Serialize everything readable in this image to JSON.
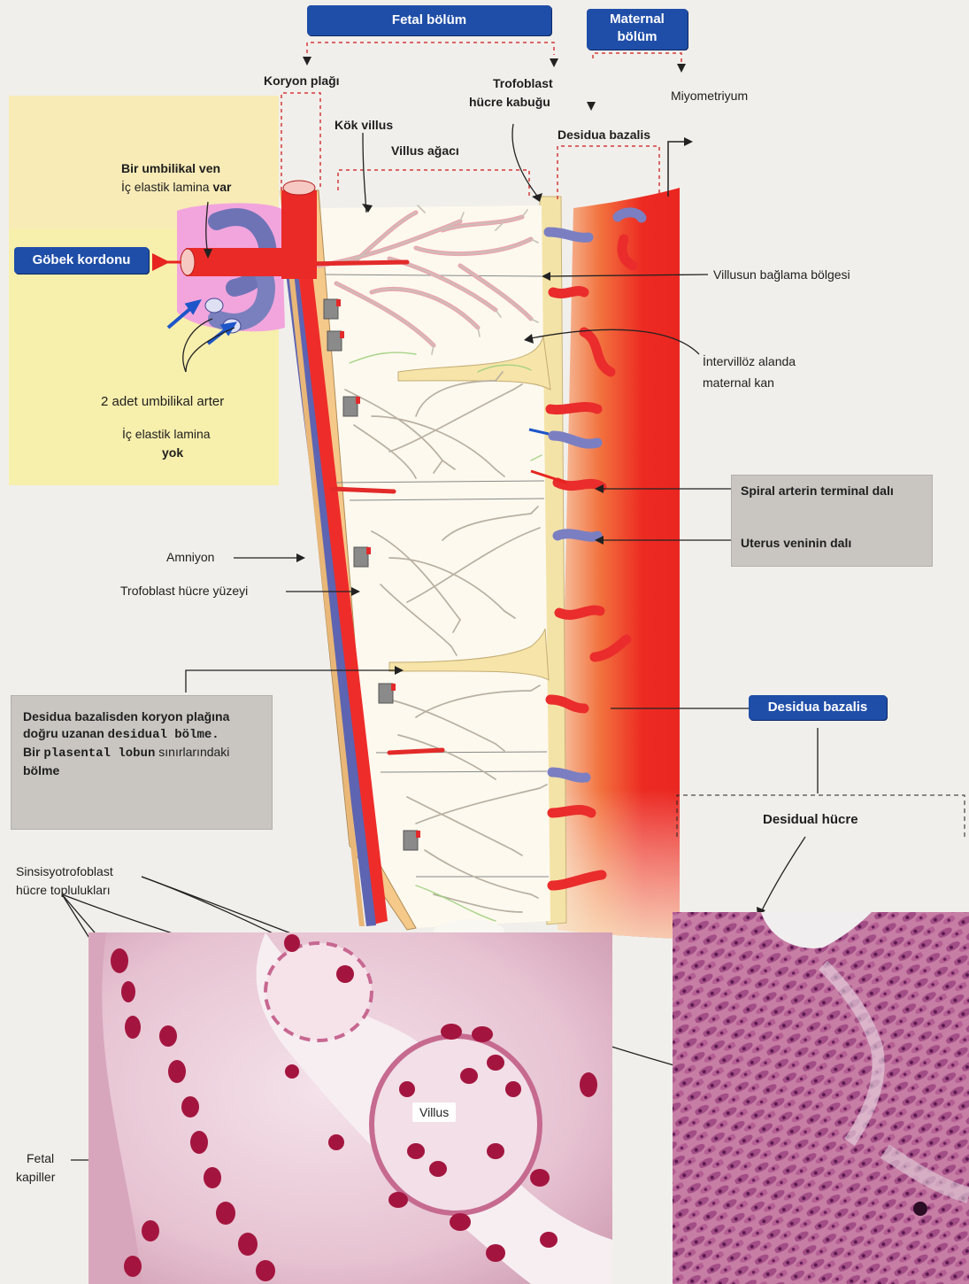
{
  "header": {
    "fetal": "Fetal bölüm",
    "maternal_line1": "Maternal",
    "maternal_line2": "bölüm"
  },
  "labels": {
    "koryon_plagi": "Koryon plağı",
    "trofoblast_line1": "Trofoblast",
    "trofoblast_line2": "hücre kabuğu",
    "miyometriyum": "Miyometriyum",
    "kok_villus": "Kök villus",
    "villus_agaci": "Villus ağacı",
    "desidua_bazalis_top": "Desidua bazalis",
    "umbilical_ven_line1": "Bir umbilikal ven",
    "umbilical_ven_line2a": "İç elastik lamina ",
    "umbilical_ven_line2b": "var",
    "villus_baglama": "Villusun bağlama bölgesi",
    "intervilloz_line1": "İntervillöz alanda",
    "intervilloz_line2": "maternal kan",
    "umbilical_arter": "2 adet umbilikal arter",
    "ic_elastik_yok_line1": "İç elastik lamina",
    "ic_elastik_yok_line2": "yok",
    "spiral_arter": "Spiral arterin terminal dalı",
    "uterus_ven": "Uterus veninin dalı",
    "amniyon": "Amniyon",
    "trofoblast_yuzey": "Trofoblast hücre yüzeyi",
    "desidual_hucre": "Desidual hücre",
    "sinsisyo_line1": "Sinsisyotrofoblast",
    "sinsisyo_line2": "hücre toplulukları",
    "villus": "Villus",
    "fetal_line1": "Fetal",
    "fetal_line2": "kapiller"
  },
  "pills": {
    "gobek_kordonu": "Göbek kordonu",
    "desidua_bazalis": "Desidua bazalis"
  },
  "septum_note": {
    "line1": "Desidua bazalisden koryon plağına",
    "line2a": "doğru uzanan ",
    "line2b": "desidual bölme.",
    "line3a": "Bir ",
    "line3b": "plasental lobun",
    "line3c": " sınırlarındaki",
    "line4": "bölme"
  },
  "colors": {
    "artery": "#e5262b",
    "vein": "#6d73b8",
    "pill": "#1f4ea8",
    "myometrium": "#ee3f2a",
    "tissue_stain": "#b8306a"
  }
}
